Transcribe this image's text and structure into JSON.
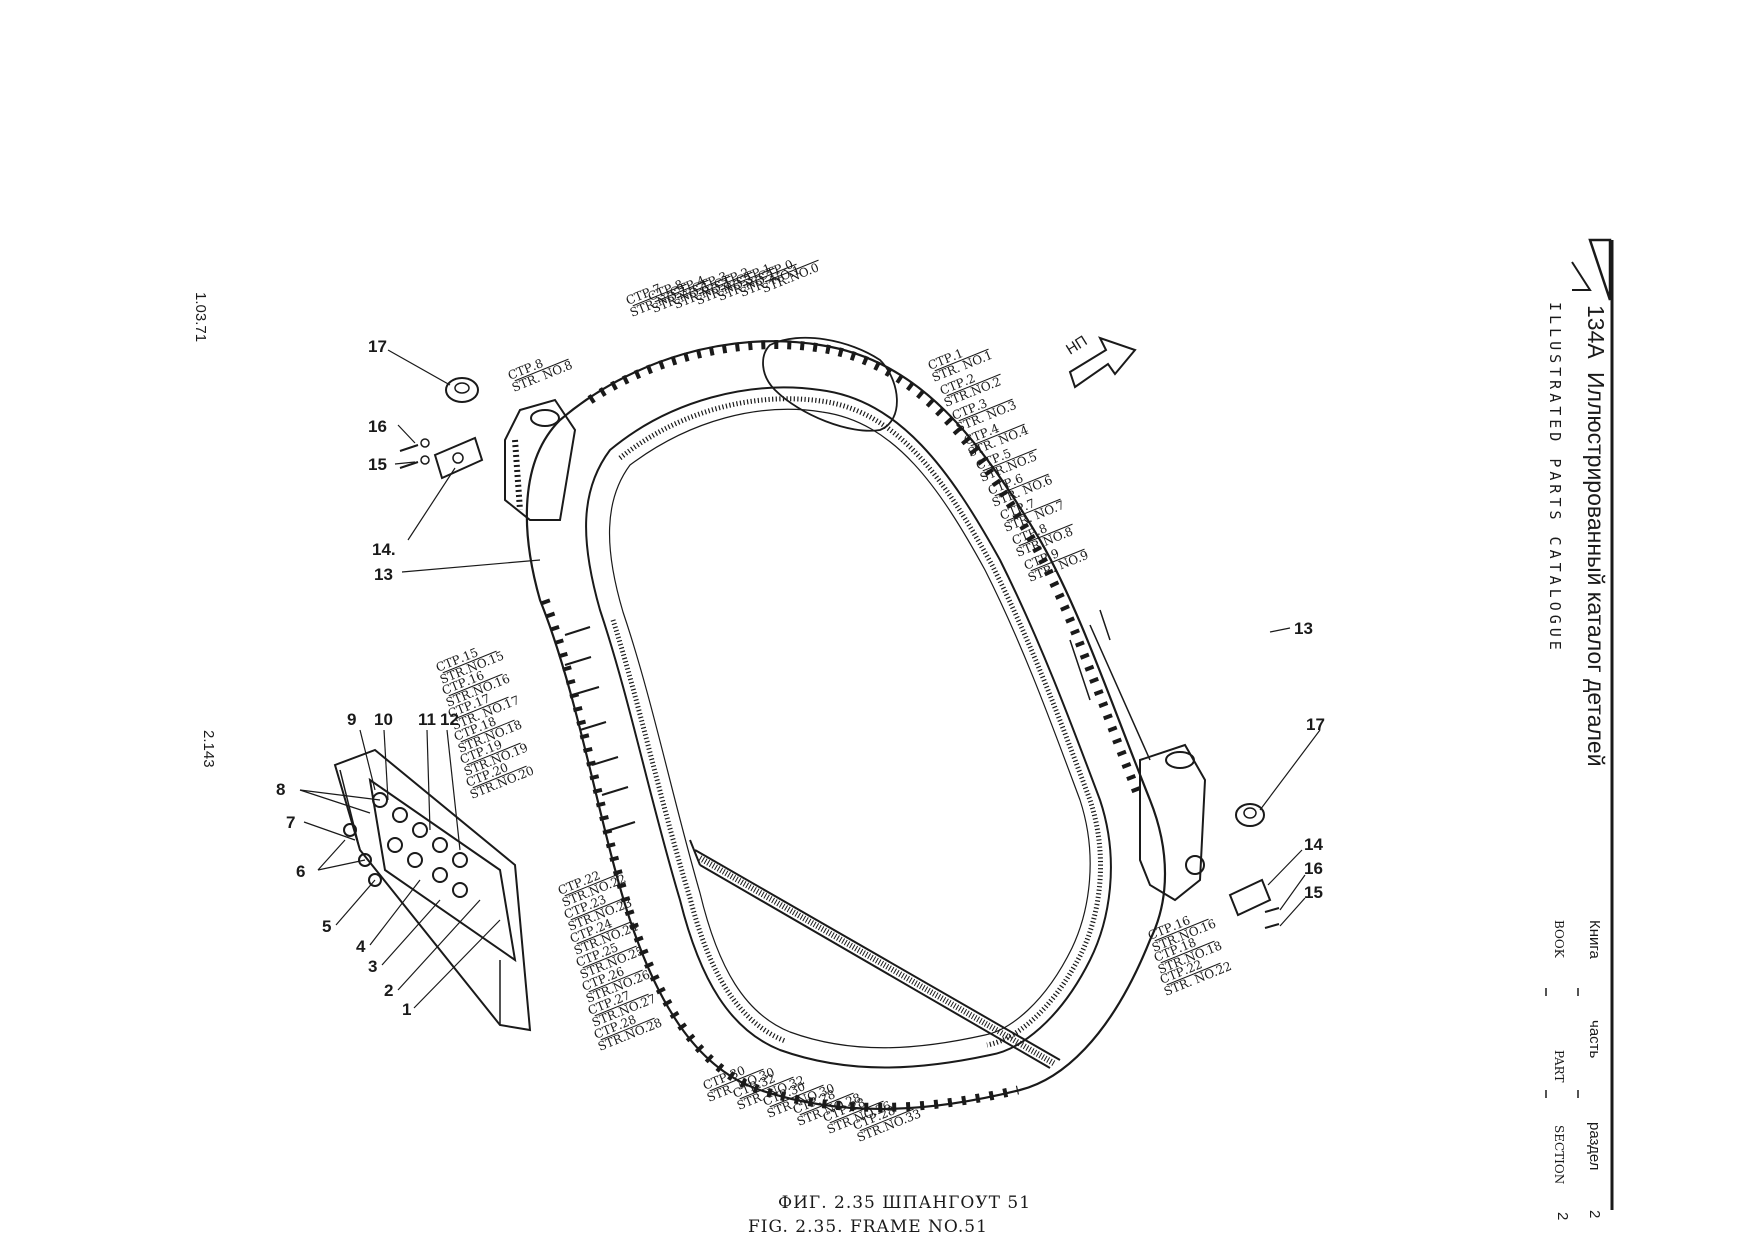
{
  "header": {
    "model": "134A",
    "title_ru": "Иллюстрированный  каталог  деталей",
    "title_en": "ILLUSTRATED   PARTS   CATALOGUE",
    "book_ru": "Книга",
    "part_ru": "часть",
    "section_ru": "раздел",
    "section_no": "2",
    "book_en": "BOOK",
    "part_en": "PART",
    "section_en": "SECTION",
    "section_no_en": "2"
  },
  "margin": {
    "date": "1.03.71",
    "page": "2.143"
  },
  "caption": {
    "line_ru": "ФИГ. 2.35    ШПАНГОУТ 51",
    "line_en": "FIG. 2.35.  FRAME  NO.51"
  },
  "direction_label": "НП",
  "callouts": [
    "17",
    "16",
    "15",
    "14.",
    "13",
    "9",
    "10",
    "11",
    "12",
    "8",
    "7",
    "6",
    "5",
    "4",
    "3",
    "2",
    "1",
    "13",
    "17",
    "14",
    "16",
    "15"
  ],
  "stringer_labels": {
    "top_left": [
      "СТР.7",
      "STR.NO.7",
      "СТР.8",
      "STR.NO.6",
      "СТР.4",
      "STR.NO.4",
      "СТР.3",
      "STR.NO.3",
      "СТР.2",
      "STR.NO.2",
      "СТР.1",
      "STR. NO.1",
      "СТР.0",
      "STR.NO.0"
    ],
    "top_right": [
      "СТР.1",
      "STR. NO.1",
      "СТР.2",
      "STR.NO.2",
      "СТР.3",
      "STR. NO.3",
      "СТР.4",
      "STR. NO.4",
      "СТР.5",
      "STR.NO.5",
      "СТР.6",
      "STR. NO.6",
      "СТР.7",
      "STR. NO.7",
      "СТР.8",
      "STR.NO.8",
      "СТР.9",
      "STR. NO.9"
    ],
    "upper_left": [
      "СТР.8",
      "STR. NO.8"
    ],
    "left": [
      "СТР.15",
      "STR.NO.15",
      "СТР.16",
      "STR.NO.16",
      "СТР.17",
      "STR. NO.17",
      "СТР.18",
      "STR.NO.18",
      "СТР.19",
      "STR.NO.19",
      "СТР.20",
      "STR.NO.20"
    ],
    "lower_left": [
      "СТР.22",
      "STR.NO.22",
      "СТР.23",
      "STR.NO.23",
      "СТР.24",
      "STR.NO.24",
      "СТР.25",
      "STR.NO.25",
      "СТР.26",
      "STR.NO.26",
      "СТР.27",
      "STR.NO.27",
      "СТР.28",
      "STR.NO.28"
    ],
    "bottom": [
      "СТР.30",
      "STR. NO.30",
      "СТР.32",
      "STR. NO.32",
      "СТР.30",
      "STR. NO.30",
      "СТР.28",
      "STR.NO.28",
      "СТР.28",
      "STR.NO.26",
      "СТР.28",
      "STR.NO.33"
    ],
    "right": [
      "СТР.16",
      "STR.NO.16",
      "СТР.18",
      "STR.NO.18",
      "СТР.22",
      "STR. NO.22"
    ]
  }
}
